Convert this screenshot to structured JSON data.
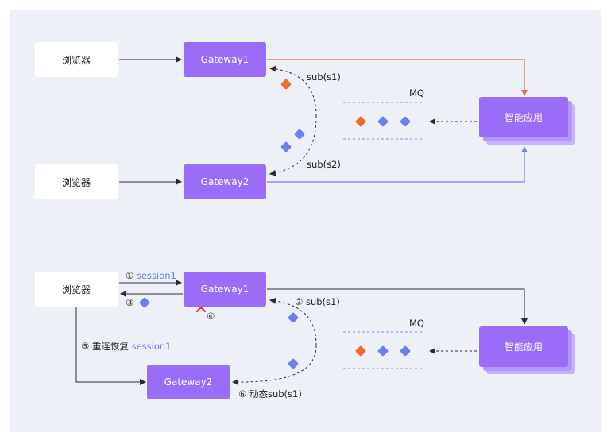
{
  "colors": {
    "panel_bg": "#eef0f8",
    "gateway": "#9b6cf7",
    "orange": "#f06a2a",
    "blue": "#6b7ff0",
    "dark_line": "#2a2a3a"
  },
  "top": {
    "browser1": "浏览器",
    "browser2": "浏览器",
    "gateway1": "Gateway1",
    "gateway2": "Gateway2",
    "sub1": "sub(s1)",
    "sub2": "sub(s2)",
    "mq": "MQ",
    "app": "智能应用"
  },
  "bottom": {
    "browser": "浏览器",
    "gateway1": "Gateway1",
    "gateway2": "Gateway2",
    "step1_num": "①",
    "step1_session": "session1",
    "step2": "② sub(s1)",
    "step3": "③",
    "step4": "④",
    "step5_text": "⑤ 重连恢复",
    "step5_session": "session1",
    "step6": "⑥ 动态sub(s1)",
    "mq": "MQ",
    "app": "智能应用"
  },
  "icons": {
    "failure": "red-x-icon",
    "message": "diamond-icon"
  }
}
